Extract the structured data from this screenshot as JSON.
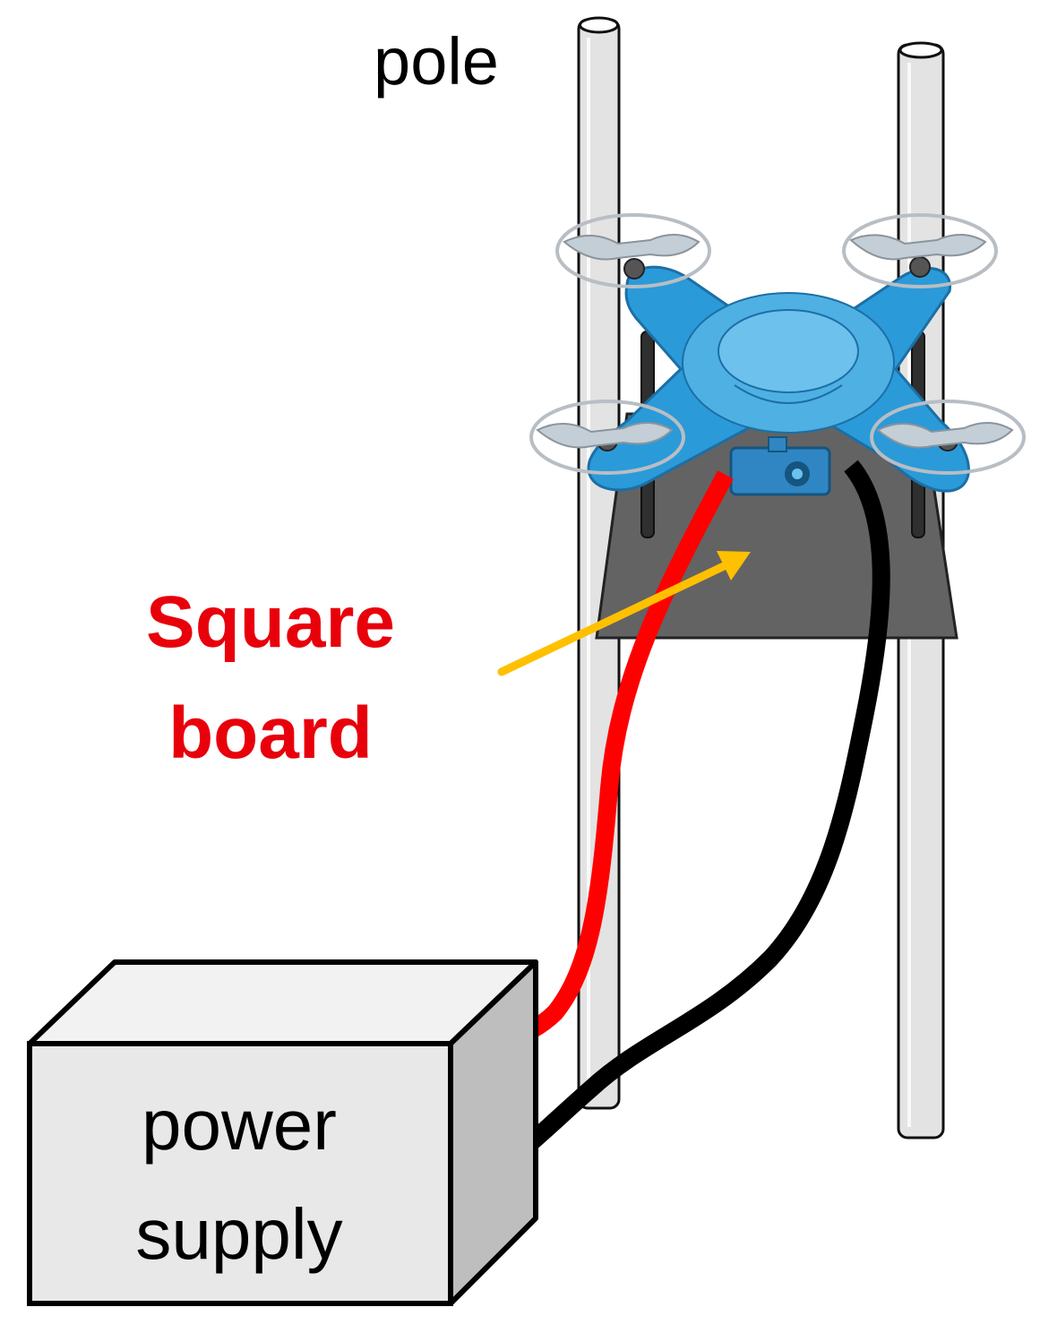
{
  "labels": {
    "pole": "pole",
    "square_board_line1": "Square",
    "square_board_line2": "board",
    "power_supply_line1": "power",
    "power_supply_line2": "supply"
  },
  "colors": {
    "label_highlight": "#e8000b",
    "arrow": "#ffc000",
    "red_wire": "#ff0000",
    "black_wire": "#000000",
    "drone_body": "#2b9ad8",
    "drone_body_light": "#5cb8e8",
    "board": "#636363",
    "pole": "#e3e3e3",
    "box_front": "#e8e8e8",
    "box_side": "#bebebe"
  }
}
